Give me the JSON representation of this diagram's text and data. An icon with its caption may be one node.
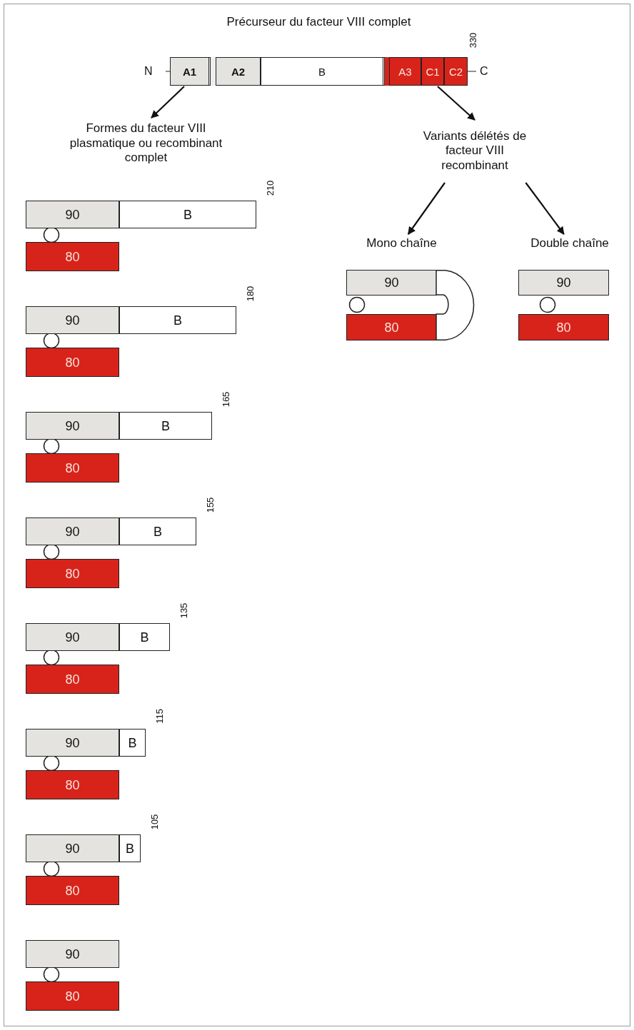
{
  "diagram": {
    "nodes": [
      {
        "text": [
          "Précurseur du facteur VIII complet"
        ],
        "beside": [
          "330"
        ]
      },
      {
        "text": [
          "A1"
        ],
        "in": 0
      },
      {
        "text": [
          "A2"
        ],
        "in": 0
      },
      {
        "text": [
          "B"
        ],
        "in": 0
      },
      {
        "text": [
          "A3"
        ],
        "in": 0
      },
      {
        "text": [
          "C1"
        ],
        "in": 0
      },
      {
        "text": [
          "C2"
        ],
        "in": 0
      },
      {
        "text": [
          "Formes du facteur VIII plasmatique ou recombinant complet"
        ]
      },
      {
        "text": [
          "Variants délétés de facteur VIII recombinant"
        ]
      },
      {
        "text": [
          "Mono chaîne"
        ]
      },
      {
        "text": [
          "Double chaîne"
        ]
      },
      {
        "text": [
          "90"
        ]
      },
      {
        "text": [
          "B"
        ],
        "beside": [
          "210"
        ]
      },
      {
        "text": [
          "80"
        ]
      },
      {
        "text": [
          "90"
        ]
      },
      {
        "text": [
          "B"
        ],
        "beside": [
          "180"
        ]
      },
      {
        "text": [
          "80"
        ]
      },
      {
        "text": [
          "90"
        ]
      },
      {
        "text": [
          "B"
        ],
        "beside": [
          "165"
        ]
      },
      {
        "text": [
          "80"
        ]
      },
      {
        "text": [
          "90"
        ]
      },
      {
        "text": [
          "B"
        ],
        "beside": [
          "155"
        ]
      },
      {
        "text": [
          "80"
        ]
      },
      {
        "text": [
          "90"
        ]
      },
      {
        "text": [
          "B"
        ],
        "beside": [
          "135"
        ]
      },
      {
        "text": [
          "80"
        ]
      },
      {
        "text": [
          "90"
        ]
      },
      {
        "text": [
          "B"
        ],
        "beside": [
          "115"
        ]
      },
      {
        "text": [
          "80"
        ]
      },
      {
        "text": [
          "90"
        ]
      },
      {
        "text": [
          "B"
        ],
        "beside": [
          "105"
        ]
      },
      {
        "text": [
          "80"
        ]
      },
      {
        "text": [
          "90"
        ]
      },
      {
        "text": [
          "80"
        ]
      },
      {
        "text": [
          "90"
        ]
      },
      {
        "text": [
          "80"
        ]
      },
      {
        "text": [
          "90"
        ]
      },
      {
        "text": [
          "80"
        ]
      },
      {
        "text": [],
        "shape": "loop"
      }
    ],
    "edges": [
      {
        "from": 0,
        "to": 7,
        "arrow": "to"
      },
      {
        "from": 0,
        "to": 8,
        "arrow": "to"
      },
      {
        "from": 8,
        "to": 9,
        "arrow": "to"
      },
      {
        "from": 8,
        "to": 10,
        "arrow": "to"
      }
    ],
    "labels": [
      "N",
      "C"
    ]
  }
}
